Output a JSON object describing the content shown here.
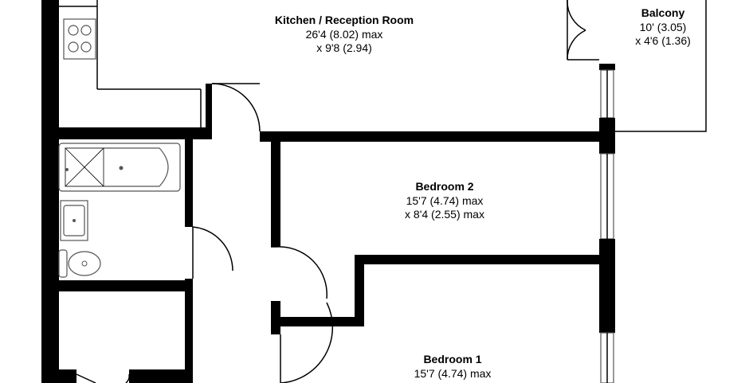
{
  "rooms": {
    "kitchen": {
      "name": "Kitchen / Reception Room",
      "dim1": "26'4 (8.02) max",
      "dim2": "x 9'8 (2.94)"
    },
    "balcony": {
      "name": "Balcony",
      "dim1": "10' (3.05)",
      "dim2": "x 4'6 (1.36)"
    },
    "bedroom2": {
      "name": "Bedroom 2",
      "dim1": "15'7 (4.74) max",
      "dim2": "x 8'4 (2.55) max"
    },
    "bedroom1": {
      "name": "Bedroom 1",
      "dim1": "15'7 (4.74) max",
      "dim2": ""
    }
  },
  "colors": {
    "wall": "#000000",
    "fixture_stroke": "#555555",
    "background": "#ffffff"
  }
}
